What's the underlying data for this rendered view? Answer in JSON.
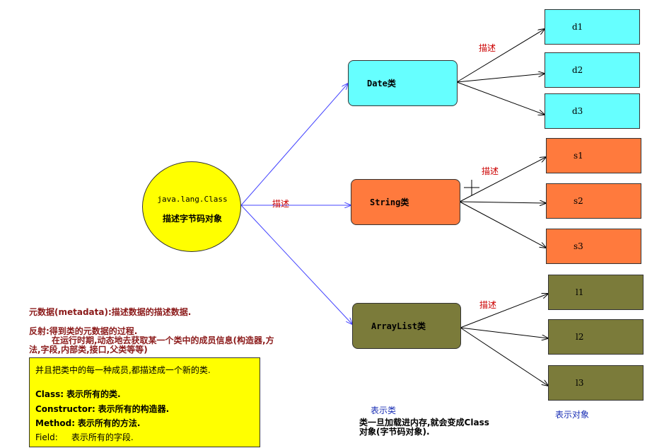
{
  "center": {
    "line1": "java.lang.Class",
    "line2": "描述字节码对象"
  },
  "classes": [
    {
      "label": "Date类"
    },
    {
      "label": "String类"
    },
    {
      "label": "ArrayList类"
    }
  ],
  "objects": {
    "date": [
      "d1",
      "d2",
      "d3"
    ],
    "string": [
      "s1",
      "s2",
      "s3"
    ],
    "arraylist": [
      "l1",
      "l2",
      "l3"
    ]
  },
  "edge_label": "描述",
  "definitions": {
    "metadata": "元数据(metadata):描述数据的描述数据.",
    "reflection_1": "反射:得到类的元数据的过程.",
    "reflection_2": "在运行时期,动态地去获取某一个类中的成员信息(构造器,方",
    "reflection_3": "法,字段,内部类,接口,父类等等)"
  },
  "note": {
    "intro": "并且把类中的每一种成员,都描述成一个新的类.",
    "items": [
      {
        "key": "Class:",
        "desc": "表示所有的类."
      },
      {
        "key": "Constructor:",
        "desc": "表示所有的构造器."
      },
      {
        "key": "Method:",
        "desc": "表示所有的方法."
      },
      {
        "key": "Field:",
        "desc": "表示所有的字段."
      }
    ]
  },
  "legend": {
    "class_label": "表示类",
    "object_label": "表示对象",
    "load_line1": "类一旦加载进内存,就会变成Class",
    "load_line2": "对象(字节码对象)."
  },
  "colors": {
    "center": "#ffff00",
    "date": "#66ffff",
    "string": "#ff7a3d",
    "arraylist": "#7b7b3a",
    "blue_arrows": "#4444ff"
  }
}
